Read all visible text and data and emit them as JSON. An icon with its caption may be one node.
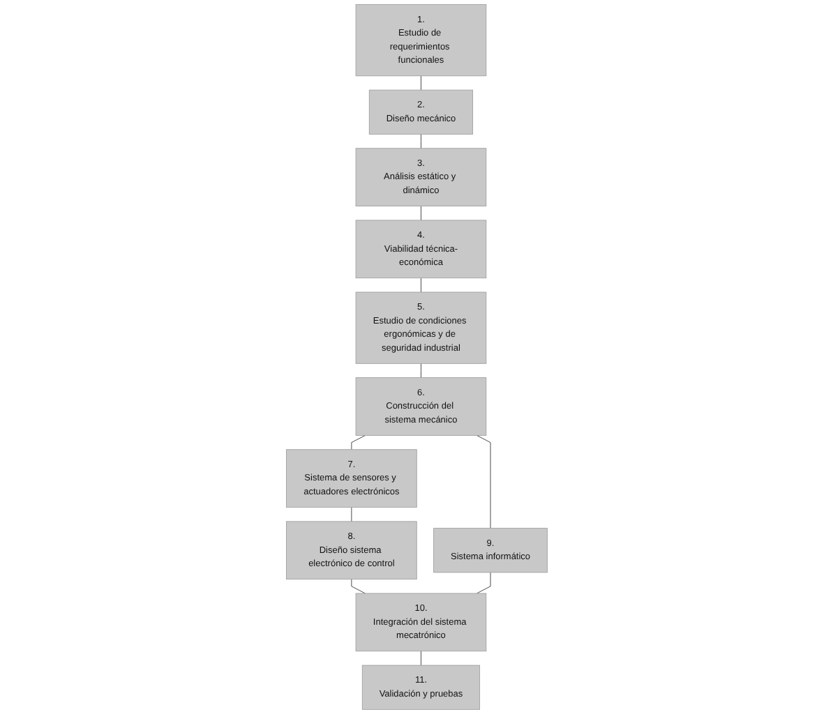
{
  "diagram": {
    "nodes": [
      {
        "text": [
          "1.",
          "Estudio de requerimientos funcionales"
        ]
      },
      {
        "text": [
          "2.",
          "Diseño mecánico"
        ]
      },
      {
        "text": [
          "3.",
          "Análisis estático y dinámico"
        ]
      },
      {
        "text": [
          "4.",
          "Viabilidad técnica-económica"
        ]
      },
      {
        "text": [
          "5.",
          "Estudio de condiciones ergonómicas y de seguridad industrial"
        ]
      },
      {
        "text": [
          "6.",
          "Construcción del sistema mecánico"
        ]
      },
      {
        "text": [
          "7.",
          "Sistema de sensores y actuadores electrónicos"
        ]
      },
      {
        "text": [
          "8.",
          "Diseño sistema electrónico de control"
        ]
      },
      {
        "text": [
          "9.",
          "Sistema informático"
        ]
      },
      {
        "text": [
          "10.",
          "Integración del sistema mecatrónico"
        ]
      },
      {
        "text": [
          "11.",
          "Validación y pruebas"
        ]
      }
    ],
    "edges": [
      {
        "from": 0,
        "to": 1,
        "arrow": "none"
      },
      {
        "from": 1,
        "to": 2,
        "arrow": "none"
      },
      {
        "from": 2,
        "to": 3,
        "arrow": "none"
      },
      {
        "from": 3,
        "to": 4,
        "arrow": "none"
      },
      {
        "from": 4,
        "to": 5,
        "arrow": "none"
      },
      {
        "from": 5,
        "to": 6,
        "arrow": "none"
      },
      {
        "from": 5,
        "to": 8,
        "arrow": "none"
      },
      {
        "from": 6,
        "to": 7,
        "arrow": "none"
      },
      {
        "from": 7,
        "to": 9,
        "arrow": "none"
      },
      {
        "from": 8,
        "to": 9,
        "arrow": "none"
      },
      {
        "from": 9,
        "to": 10,
        "arrow": "none"
      }
    ]
  }
}
